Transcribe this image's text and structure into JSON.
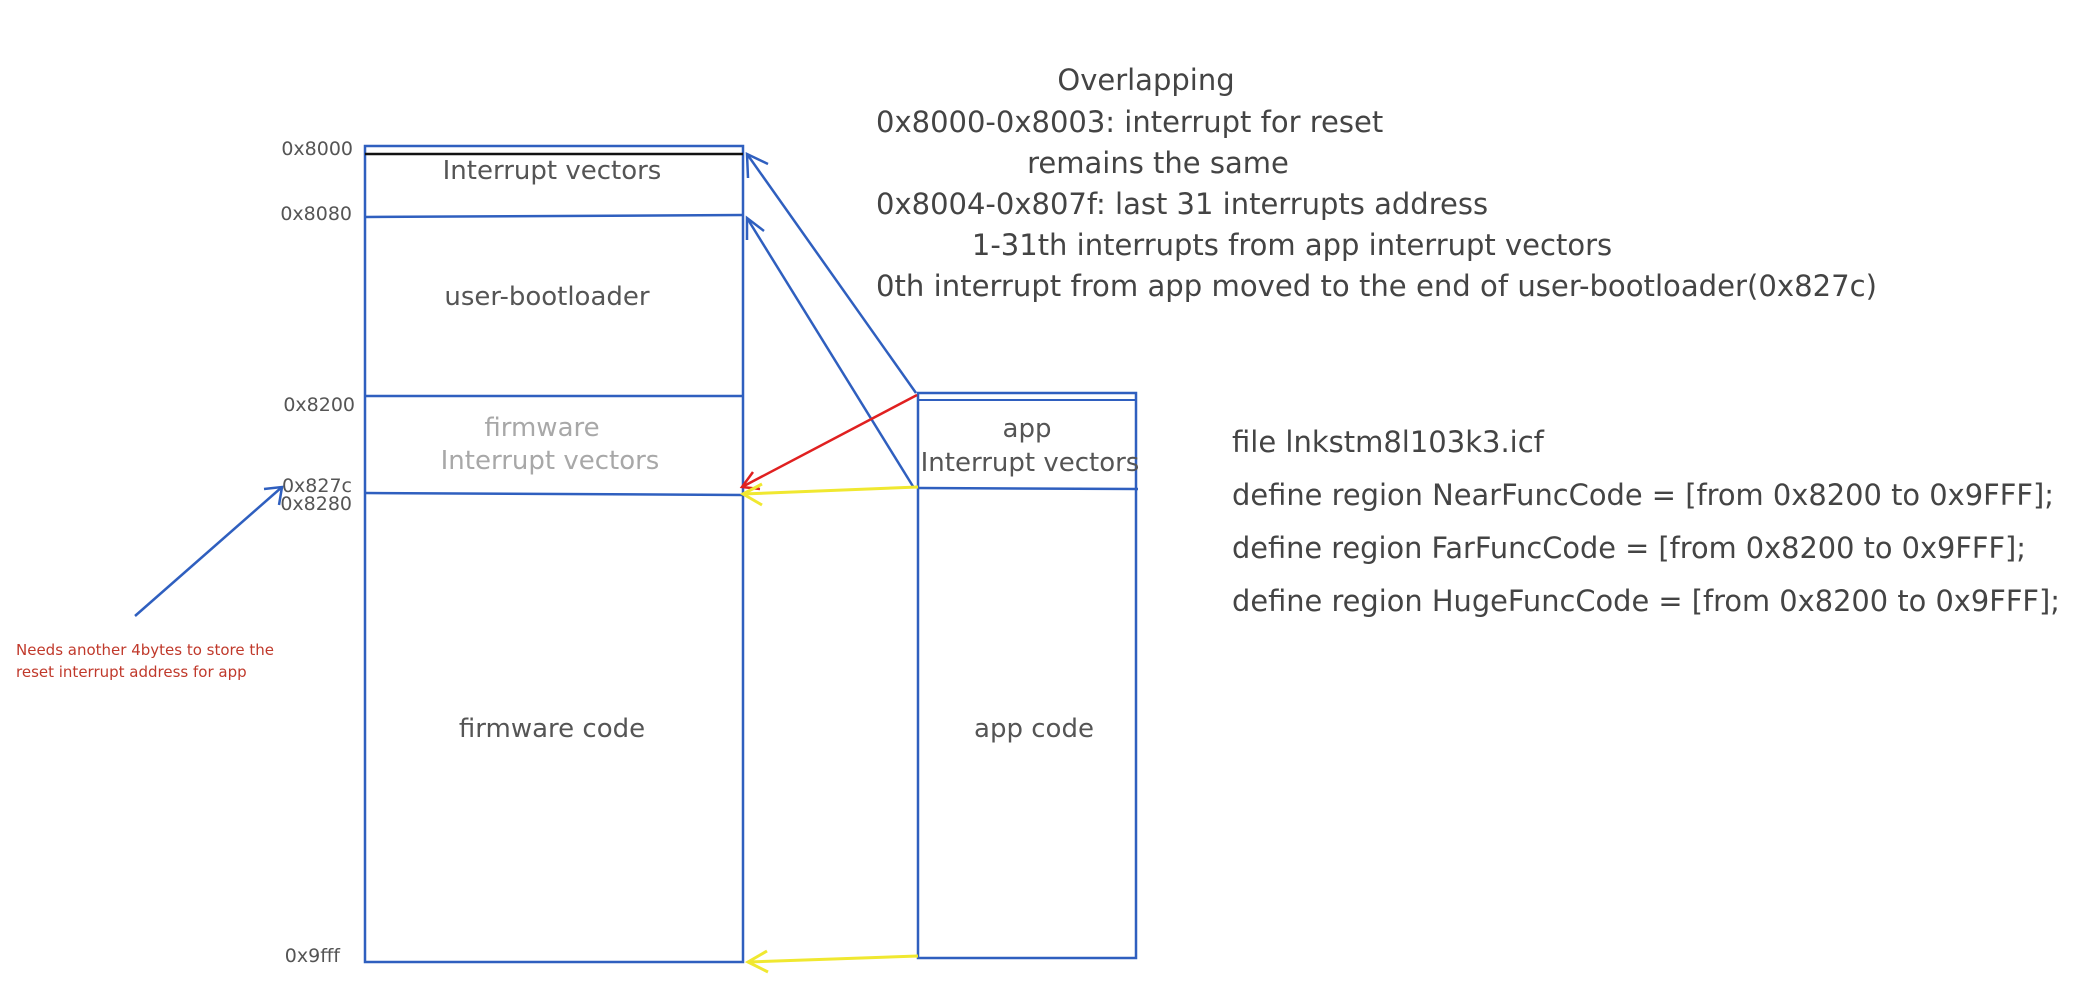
{
  "memory_map": {
    "addresses": {
      "a8000": "0x8000",
      "a8080": "0x8080",
      "a8200": "0x8200",
      "a827c": "0x827c",
      "a8280": "0x8280",
      "a9fff": "0x9fff"
    },
    "regions": {
      "interrupt_vectors": "Interrupt vectors",
      "user_bootloader": "user-bootloader",
      "firmware_vectors_line1": "firmware",
      "firmware_vectors_line2": "Interrupt vectors",
      "firmware_code": "firmware code"
    }
  },
  "app": {
    "vectors_line1": "app",
    "vectors_line2": "Interrupt vectors",
    "code": "app code"
  },
  "overlap_notes": [
    "Overlapping",
    "0x8000-0x8003: interrupt for reset",
    "remains the same",
    "0x8004-0x807f: last 31 interrupts address",
    "1-31th interrupts from app interrupt vectors",
    "0th interrupt from app moved to the end of user-bootloader(0x827c)"
  ],
  "linker_notes": [
    "file lnkstm8l103k3.icf",
    "define region NearFuncCode = [from 0x8200 to 0x9FFF];",
    "define region FarFuncCode = [from 0x8200 to 0x9FFF];",
    "define region HugeFuncCode = [from 0x8200 to 0x9FFF];"
  ],
  "annotation": {
    "line1": "Needs another 4bytes to store the",
    "line2": "reset interrupt address for app"
  },
  "colors": {
    "box_stroke": "#2f5fbf",
    "red_arrow": "#e02020",
    "yellow_arrow": "#f0e830",
    "annotation_text": "#c0392b",
    "text": "#444444",
    "faded_text": "#a8a8a8"
  }
}
